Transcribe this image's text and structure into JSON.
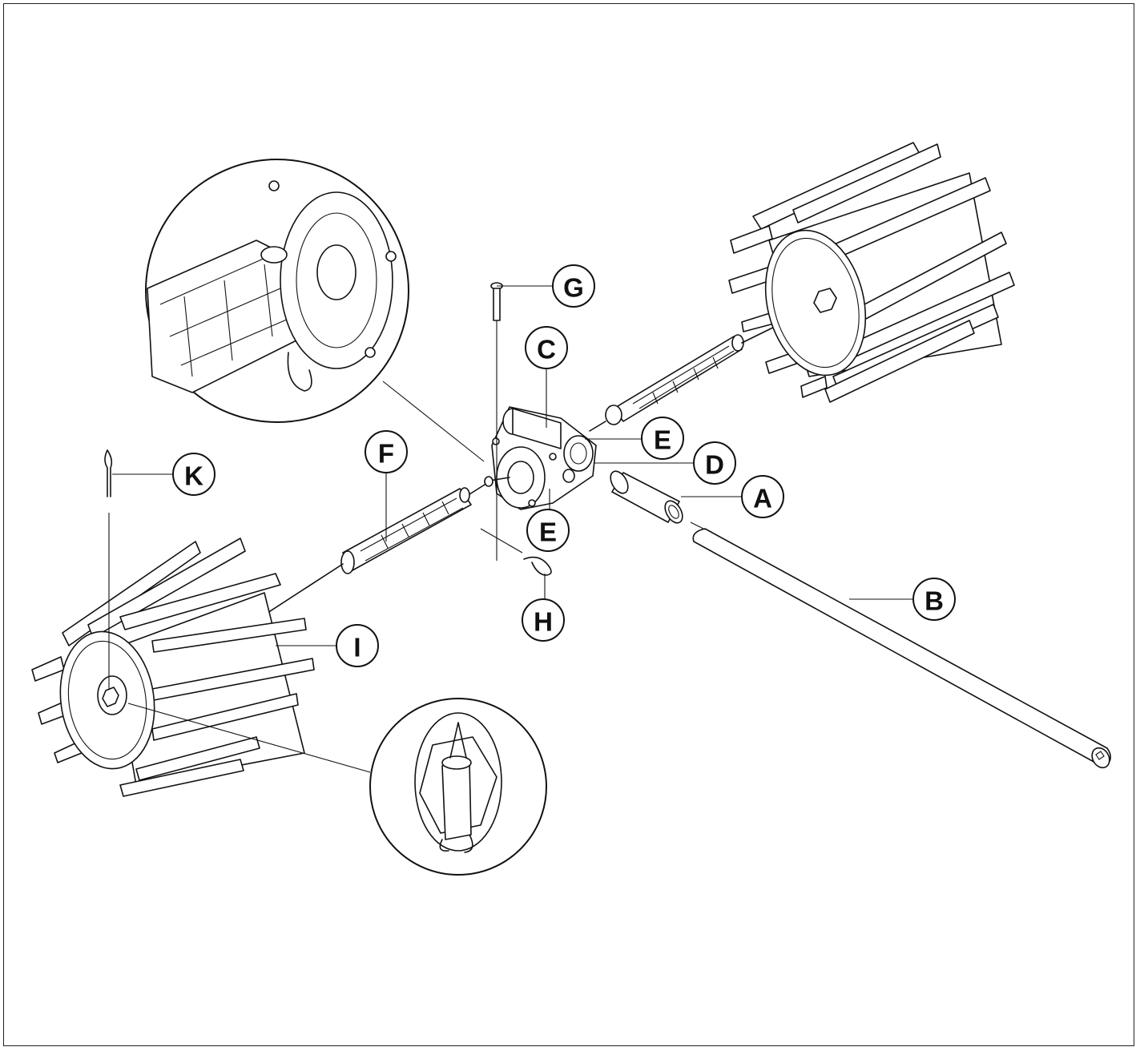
{
  "callouts": [
    {
      "id": "A",
      "label": "A"
    },
    {
      "id": "B",
      "label": "B"
    },
    {
      "id": "C",
      "label": "C"
    },
    {
      "id": "D",
      "label": "D"
    },
    {
      "id": "E1",
      "label": "E"
    },
    {
      "id": "E2",
      "label": "E"
    },
    {
      "id": "F",
      "label": "F"
    },
    {
      "id": "G",
      "label": "G"
    },
    {
      "id": "H",
      "label": "H"
    },
    {
      "id": "I",
      "label": "I"
    },
    {
      "id": "K",
      "label": "K"
    }
  ]
}
